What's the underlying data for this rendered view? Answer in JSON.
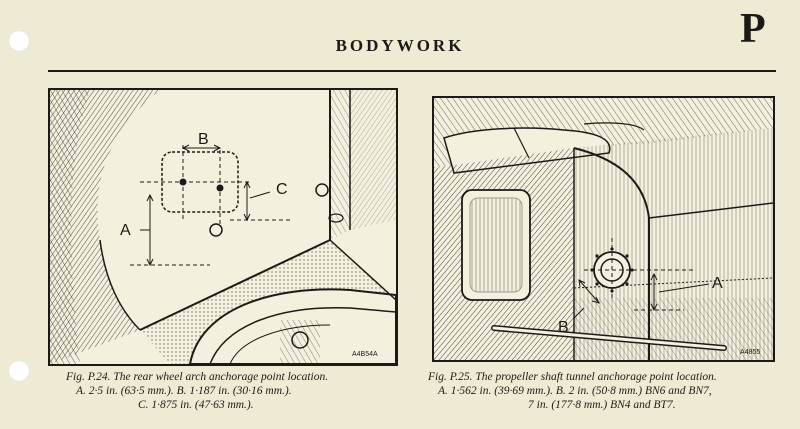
{
  "header": {
    "title": "BODYWORK",
    "section_letter": "P"
  },
  "figures": [
    {
      "ref_code": "A4B54A",
      "labels": [
        "A",
        "B",
        "C"
      ],
      "caption_lines": [
        "Fig.  P.24.  The rear wheel arch anchorage point location.",
        "A.  2·5 in. (63·5 mm.).     B.  1·187 in. (30·16 mm.).",
        "C.  1·875 in. (47·63 mm.)."
      ]
    },
    {
      "ref_code": "A4855",
      "labels": [
        "A",
        "B"
      ],
      "caption_lines": [
        "Fig. P.25.  The propeller shaft tunnel anchorage point location.",
        "A.  1·562 in. (39·69 mm.).   B.  2 in. (50·8 mm.) BN6 and BN7,",
        "7 in. (177·8 mm.) BN4 and BT7."
      ]
    }
  ]
}
